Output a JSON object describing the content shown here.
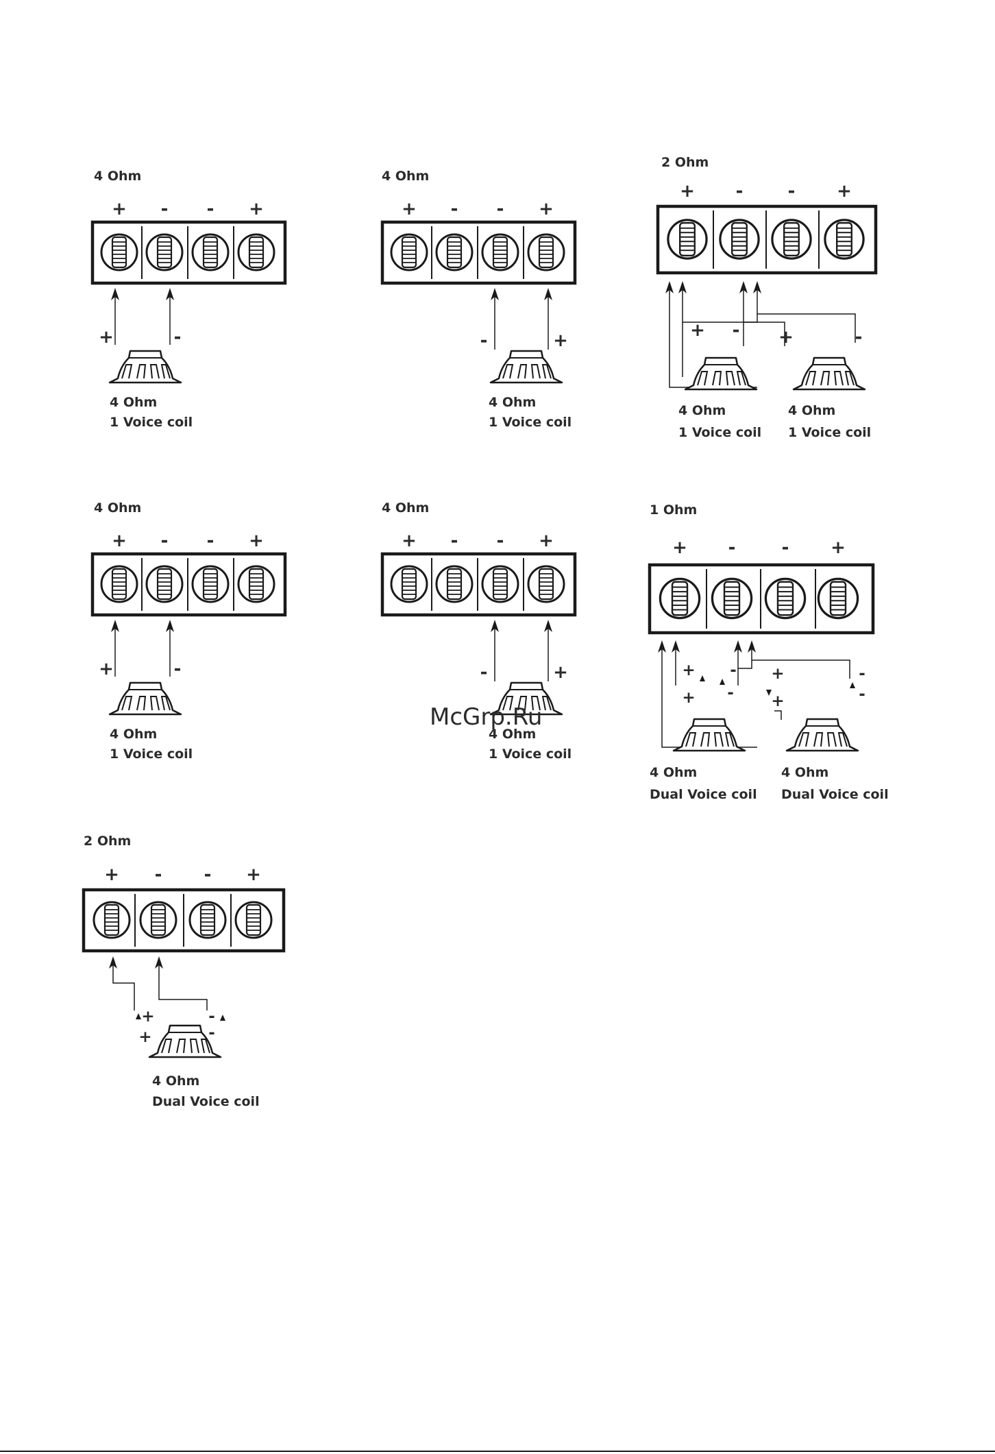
{
  "colors": {
    "line": "#1a1a1a",
    "text": "#2b2b2b",
    "watermark": "#e53935",
    "background": "#ffffff"
  },
  "watermark": "McGrp.Ru",
  "terminal_signs": [
    "+",
    "-",
    "-",
    "+"
  ],
  "diagrams": [
    {
      "title": "4 Ohm",
      "speakers": [
        {
          "line1": "4 Ohm",
          "line2": "1 Voice coil"
        }
      ]
    },
    {
      "title": "4 Ohm",
      "speakers": [
        {
          "line1": "4 Ohm",
          "line2": "1 Voice coil"
        }
      ]
    },
    {
      "title": "2 Ohm",
      "speakers": [
        {
          "line1": "4 Ohm",
          "line2": "1 Voice coil"
        },
        {
          "line1": "4 Ohm",
          "line2": "1 Voice coil"
        }
      ]
    },
    {
      "title": "4 Ohm",
      "speakers": [
        {
          "line1": "4 Ohm",
          "line2": "1 Voice coil"
        }
      ]
    },
    {
      "title": "4 Ohm",
      "speakers": [
        {
          "line1": "4 Ohm",
          "line2": "1 Voice coil"
        }
      ]
    },
    {
      "title": "1 Ohm",
      "speakers": [
        {
          "line1": "4 Ohm",
          "line2": "Dual Voice coil"
        },
        {
          "line1": "4 Ohm",
          "line2": "Dual Voice coil"
        }
      ]
    },
    {
      "title": "2 Ohm",
      "speakers": [
        {
          "line1": "4 Ohm",
          "line2": "Dual Voice coil"
        }
      ]
    }
  ],
  "wire_signs": {
    "plus": "+",
    "minus": "-"
  }
}
